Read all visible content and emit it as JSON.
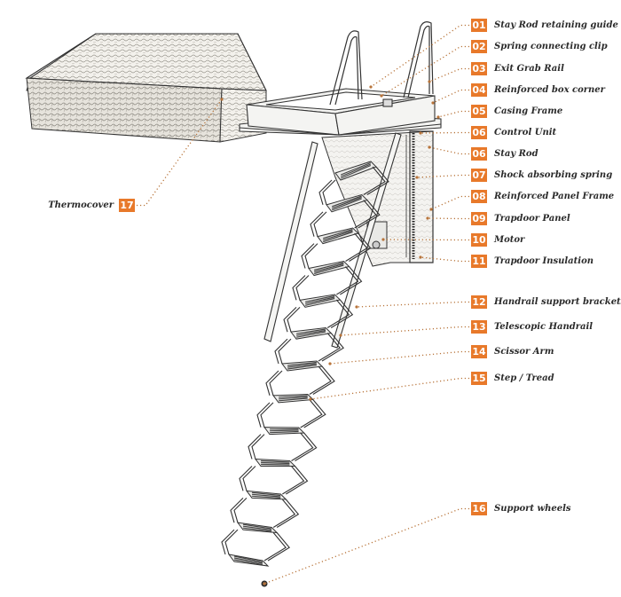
{
  "accent_color": "#e8792a",
  "line_color": "#b8743a",
  "callouts": [
    {
      "num": "01",
      "label": "Stay Rod retaining guide"
    },
    {
      "num": "02",
      "label": "Spring connecting clip"
    },
    {
      "num": "03",
      "label": "Exit Grab Rail"
    },
    {
      "num": "04",
      "label": "Reinforced box corner"
    },
    {
      "num": "05",
      "label": "Casing Frame"
    },
    {
      "num": "06",
      "label": "Control Unit"
    },
    {
      "num": "06",
      "label": "Stay Rod"
    },
    {
      "num": "07",
      "label": "Shock absorbing spring"
    },
    {
      "num": "08",
      "label": "Reinforced Panel Frame"
    },
    {
      "num": "09",
      "label": "Trapdoor Panel"
    },
    {
      "num": "10",
      "label": "Motor"
    },
    {
      "num": "11",
      "label": "Trapdoor Insulation"
    },
    {
      "num": "12",
      "label": "Handrail support brackets"
    },
    {
      "num": "13",
      "label": "Telescopic Handrail"
    },
    {
      "num": "14",
      "label": "Scissor Arm"
    },
    {
      "num": "15",
      "label": "Step / Tread"
    },
    {
      "num": "16",
      "label": "Support wheels"
    },
    {
      "num": "17",
      "label": "Thermocover"
    }
  ]
}
